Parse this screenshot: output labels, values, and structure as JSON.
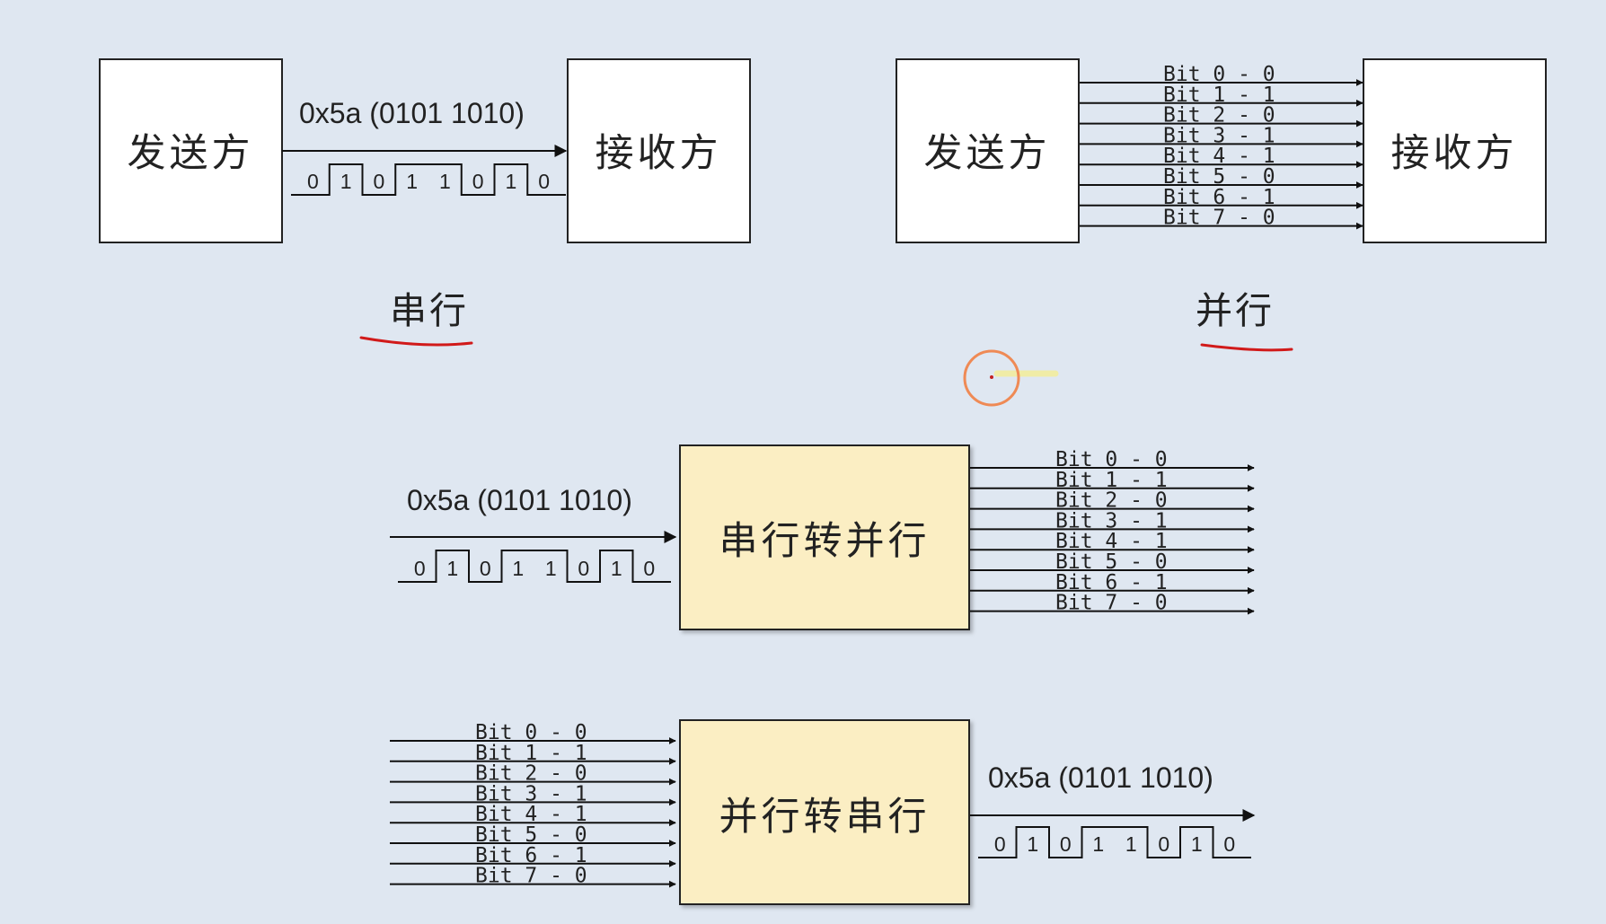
{
  "diagram": {
    "serial": {
      "sender": "发送方",
      "receiver": "接收方",
      "hex_label": "0x5a (0101  1010)",
      "bits": [
        "0",
        "1",
        "0",
        "1",
        "1",
        "0",
        "1",
        "0"
      ],
      "caption": "串行"
    },
    "parallel": {
      "sender": "发送方",
      "receiver": "接收方",
      "bit_lines": [
        "Bit 0 - 0",
        "Bit 1 - 1",
        "Bit 2 - 0",
        "Bit 3 - 1",
        "Bit 4 - 1",
        "Bit 5 - 0",
        "Bit 6 - 1",
        "Bit 7 - 0"
      ],
      "caption": "并行"
    },
    "serial_to_parallel": {
      "box": "串行转并行",
      "hex_label": "0x5a (0101  1010)",
      "bits": [
        "0",
        "1",
        "0",
        "1",
        "1",
        "0",
        "1",
        "0"
      ],
      "bit_lines": [
        "Bit 0 - 0",
        "Bit 1 - 1",
        "Bit 2 - 0",
        "Bit 3 - 1",
        "Bit 4 - 1",
        "Bit 5 - 0",
        "Bit 6 - 1",
        "Bit 7 - 0"
      ]
    },
    "parallel_to_serial": {
      "box": "并行转串行",
      "hex_label": "0x5a (0101  1010)",
      "bits": [
        "0",
        "1",
        "0",
        "1",
        "1",
        "0",
        "1",
        "0"
      ],
      "bit_lines": [
        "Bit 0 - 0",
        "Bit 1 - 1",
        "Bit 2 - 0",
        "Bit 3 - 1",
        "Bit 4 - 1",
        "Bit 5 - 0",
        "Bit 6 - 1",
        "Bit 7 - 0"
      ]
    }
  },
  "colors": {
    "background": "#dfe7f1",
    "box_fill": "#ffffff",
    "converter_fill": "#fbeec3",
    "underline": "#d11a1a",
    "cursor": "#ef8a55"
  }
}
